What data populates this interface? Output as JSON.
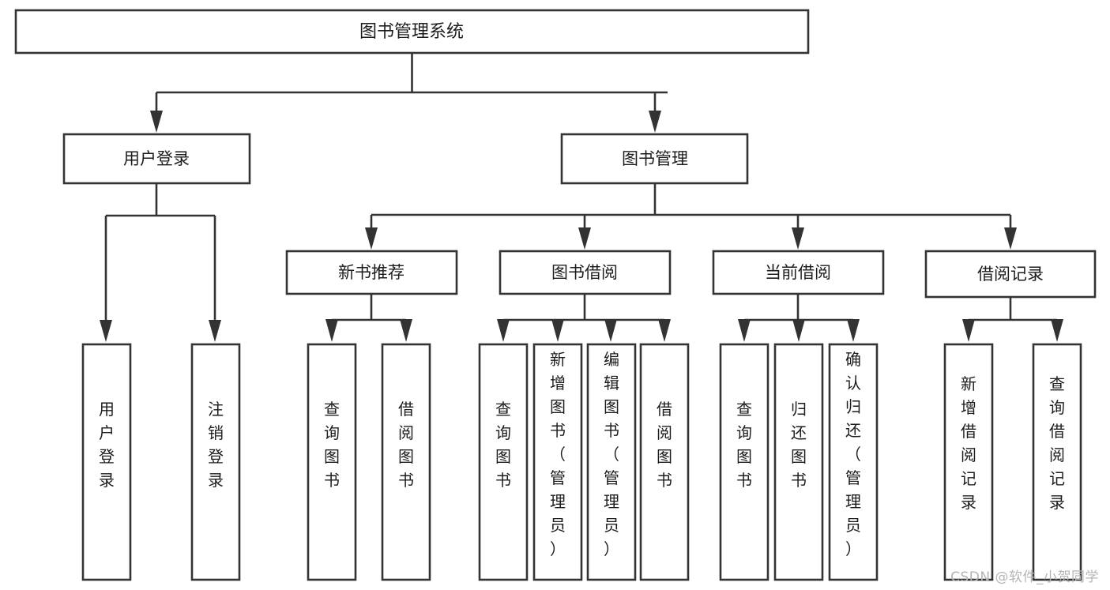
{
  "diagram": {
    "type": "tree-hierarchy-flowchart",
    "title": "图书管理系统",
    "orientation": "top-down",
    "colors": {
      "box_stroke": "#333333",
      "box_fill": "#ffffff",
      "text": "#1c1c1c",
      "background": "#ffffff",
      "watermark": "#b5b5b5"
    }
  },
  "nodes": {
    "root": {
      "label": "图书管理系统",
      "level": 1
    },
    "level2": [
      {
        "id": "user-login",
        "label": "用户登录"
      },
      {
        "id": "book-management",
        "label": "图书管理"
      }
    ],
    "level3": [
      {
        "id": "new-book-recommend",
        "label": "新书推荐",
        "parent": "book-management"
      },
      {
        "id": "book-borrow",
        "label": "图书借阅",
        "parent": "book-management"
      },
      {
        "id": "current-borrow",
        "label": "当前借阅",
        "parent": "book-management"
      },
      {
        "id": "borrow-record",
        "label": "借阅记录",
        "parent": "book-management"
      }
    ],
    "leaves": {
      "user-login": [
        {
          "id": "leaf-user-login",
          "label": "用户登录"
        },
        {
          "id": "leaf-logout-login",
          "label": "注销登录"
        }
      ],
      "new-book-recommend": [
        {
          "id": "leaf-query-book-1",
          "label": "查询图书"
        },
        {
          "id": "leaf-borrow-book-1",
          "label": "借阅图书"
        }
      ],
      "book-borrow": [
        {
          "id": "leaf-query-book-2",
          "label": "查询图书"
        },
        {
          "id": "leaf-add-book-admin",
          "label": "新增图书（管理员）"
        },
        {
          "id": "leaf-edit-book-admin",
          "label": "编辑图书（管理员）"
        },
        {
          "id": "leaf-borrow-book-2",
          "label": "借阅图书"
        }
      ],
      "current-borrow": [
        {
          "id": "leaf-query-book-3",
          "label": "查询图书"
        },
        {
          "id": "leaf-return-book",
          "label": "归还图书"
        },
        {
          "id": "leaf-confirm-return-admin",
          "label": "确认归还（管理员）"
        }
      ],
      "borrow-record": [
        {
          "id": "leaf-add-borrow-record",
          "label": "新增借阅记录"
        },
        {
          "id": "leaf-query-borrow-record",
          "label": "查询借阅记录"
        }
      ]
    }
  },
  "watermark": {
    "text": "CSDN @软件_小贺同学"
  }
}
